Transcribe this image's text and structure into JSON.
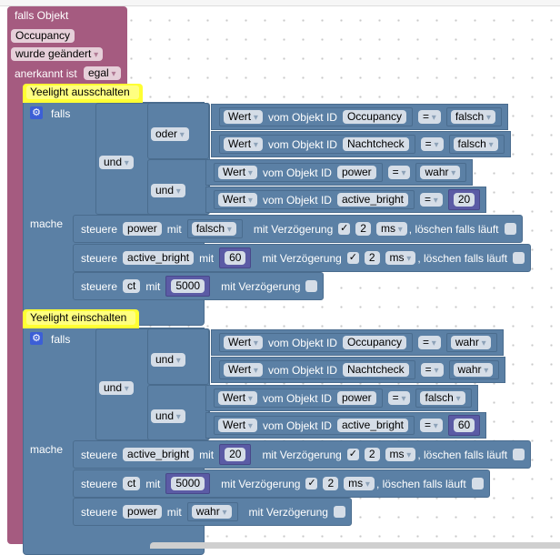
{
  "trigger": {
    "title": "falls Objekt",
    "object": "Occupancy",
    "event": "wurde geändert",
    "ack_label": "anerkannt ist",
    "ack_value": "egal"
  },
  "blocks": [
    {
      "comment": "Yeelight ausschalten",
      "if_label": "falls",
      "do_label": "mache",
      "operators": {
        "outer": "und",
        "group1": "oder",
        "group2": "und"
      },
      "conditions": [
        {
          "mode": "Wert",
          "of_label": "vom Objekt ID",
          "object": "Occupancy",
          "op": "=",
          "value": "falsch",
          "value_type": "bool"
        },
        {
          "mode": "Wert",
          "of_label": "vom Objekt ID",
          "object": "Nachtcheck",
          "op": "=",
          "value": "falsch",
          "value_type": "bool"
        },
        {
          "mode": "Wert",
          "of_label": "vom Objekt ID",
          "object": "power",
          "op": "=",
          "value": "wahr",
          "value_type": "bool"
        },
        {
          "mode": "Wert",
          "of_label": "vom Objekt ID",
          "object": "active_bright",
          "op": "=",
          "value": "20",
          "value_type": "number"
        }
      ],
      "statements": [
        {
          "prefix": "steuere",
          "object": "power",
          "with_label": "mit",
          "value": "falsch",
          "value_type": "bool",
          "delay_label": "mit Verzögerung",
          "delay_checked": true,
          "delay": "2",
          "unit": "ms",
          "clear_label": ", löschen falls läuft",
          "clear_checked": false
        },
        {
          "prefix": "steuere",
          "object": "active_bright",
          "with_label": "mit",
          "value": "60",
          "value_type": "number",
          "delay_label": "mit Verzögerung",
          "delay_checked": true,
          "delay": "2",
          "unit": "ms",
          "clear_label": ", löschen falls läuft",
          "clear_checked": false
        },
        {
          "prefix": "steuere",
          "object": "ct",
          "with_label": "mit",
          "value": "5000",
          "value_type": "number",
          "delay_label": "mit Verzögerung",
          "delay_checked": false
        }
      ]
    },
    {
      "comment": "Yeelight einschalten",
      "if_label": "falls",
      "do_label": "mache",
      "operators": {
        "outer": "und",
        "group1": "und",
        "group2": "und"
      },
      "conditions": [
        {
          "mode": "Wert",
          "of_label": "vom Objekt ID",
          "object": "Occupancy",
          "op": "=",
          "value": "wahr",
          "value_type": "bool"
        },
        {
          "mode": "Wert",
          "of_label": "vom Objekt ID",
          "object": "Nachtcheck",
          "op": "=",
          "value": "wahr",
          "value_type": "bool"
        },
        {
          "mode": "Wert",
          "of_label": "vom Objekt ID",
          "object": "power",
          "op": "=",
          "value": "falsch",
          "value_type": "bool"
        },
        {
          "mode": "Wert",
          "of_label": "vom Objekt ID",
          "object": "active_bright",
          "op": "=",
          "value": "60",
          "value_type": "number"
        }
      ],
      "statements": [
        {
          "prefix": "steuere",
          "object": "active_bright",
          "with_label": "mit",
          "value": "20",
          "value_type": "number",
          "delay_label": "mit Verzögerung",
          "delay_checked": true,
          "delay": "2",
          "unit": "ms",
          "clear_label": ", löschen falls läuft",
          "clear_checked": false
        },
        {
          "prefix": "steuere",
          "object": "ct",
          "with_label": "mit",
          "value": "5000",
          "value_type": "number",
          "delay_label": "mit Verzögerung",
          "delay_checked": true,
          "delay": "2",
          "unit": "ms",
          "clear_label": ", löschen falls läuft",
          "clear_checked": false
        },
        {
          "prefix": "steuere",
          "object": "power",
          "with_label": "mit",
          "value": "wahr",
          "value_type": "bool",
          "delay_label": "mit Verzögerung",
          "delay_checked": false
        }
      ]
    }
  ]
}
